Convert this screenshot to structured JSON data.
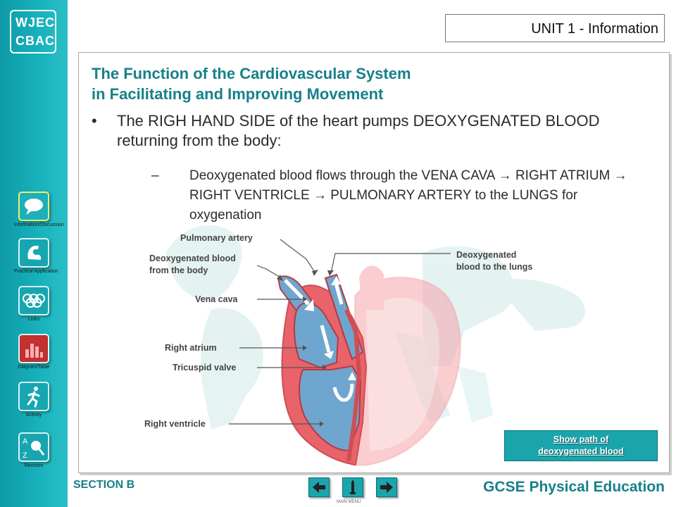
{
  "sidebar": {
    "logo_line1": "WJEC",
    "logo_line2": "CBAC",
    "buttons": [
      {
        "label": "Information/Discussion",
        "icon": "speech-bubble-icon"
      },
      {
        "label": "Practical Application",
        "icon": "arm-flex-icon"
      },
      {
        "label": "Links",
        "icon": "olympic-rings-icon"
      },
      {
        "label": "Diagram/Table",
        "icon": "bar-chart-icon"
      },
      {
        "label": "Activity",
        "icon": "running-person-icon"
      },
      {
        "label": "Revision",
        "icon": "az-magnifier-icon"
      }
    ]
  },
  "header": {
    "unit": "UNIT 1 - Information"
  },
  "main": {
    "title_line1": "The Function of the Cardiovascular System",
    "title_line2": "in Facilitating and Improving Movement",
    "bullet_symbol": "•",
    "bullet_text": "The RIGH HAND SIDE of the heart pumps DEOXYGENATED BLOOD returning from the body:",
    "sub_symbol": "–",
    "sub_text": "Deoxygenated blood flows through the VENA CAVA  →  RIGHT ATRIUM  →  RIGHT VENTRICLE  →  PULMONARY ARTERY to the LUNGS for oxygenation"
  },
  "diagram": {
    "labels": {
      "pulmonary_artery": "Pulmonary artery",
      "deoxy_from_body_1": "Deoxygenated blood",
      "deoxy_from_body_2": "from the body",
      "deoxy_to_lungs_1": "Deoxygenated",
      "deoxy_to_lungs_2": "blood to the lungs",
      "vena_cava": "Vena cava",
      "right_atrium": "Right atrium",
      "tricuspid_valve": "Tricuspid valve",
      "right_ventricle": "Right ventricle"
    }
  },
  "controls": {
    "show_path_line1": "Show path of",
    "show_path_line2": "deoxygenated blood",
    "main_menu": "MAIN MENU"
  },
  "footer": {
    "section": "SECTION B",
    "subject": "GCSE Physical Education"
  },
  "colors": {
    "teal": "#17808a",
    "sidebar": "#18b3bd",
    "button_teal": "#1aa5ad",
    "blood_blue": "#6fa6cf",
    "heart_red": "#e8636a"
  }
}
